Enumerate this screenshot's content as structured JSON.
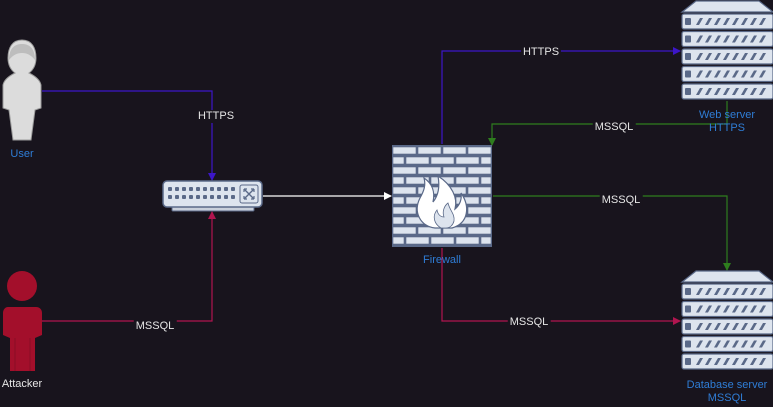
{
  "nodes": {
    "user": {
      "label": "User",
      "icon": "user-icon"
    },
    "attacker": {
      "label": "Attacker",
      "icon": "attacker-icon"
    },
    "switch": {
      "icon": "network-switch-icon"
    },
    "firewall": {
      "label": "Firewall",
      "icon": "firewall-icon"
    },
    "web_server": {
      "label_line1": "Web server",
      "label_line2": "HTTPS",
      "icon": "server-icon"
    },
    "database_server": {
      "label_line1": "Database server",
      "label_line2": "MSSQL",
      "icon": "server-icon"
    }
  },
  "edges": {
    "user_to_switch": {
      "label": "HTTPS",
      "color": "#3c16c8"
    },
    "attacker_to_switch": {
      "label": "MSSQL",
      "color": "#b0154f"
    },
    "switch_to_firewall": {
      "label": "",
      "color": "#ffffff"
    },
    "firewall_to_web": {
      "label": "HTTPS",
      "color": "#3c16c8"
    },
    "web_to_firewall": {
      "label": "MSSQL",
      "color": "#2e7d1e"
    },
    "firewall_to_db_green": {
      "label": "MSSQL",
      "color": "#2e7d1e"
    },
    "firewall_to_db_red": {
      "label": "MSSQL",
      "color": "#b0154f"
    }
  },
  "colors": {
    "background": "#18141d",
    "node_label": "#2f7dd6",
    "device_fill": "#dde4ee",
    "device_stroke": "#5a6988",
    "user_fill": "#dcdcdc",
    "attacker_fill": "#a30f2b"
  }
}
